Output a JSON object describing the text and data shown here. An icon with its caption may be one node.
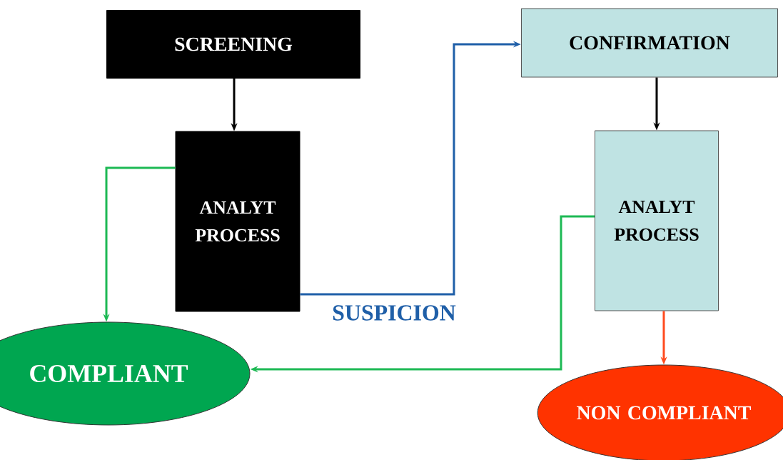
{
  "diagram": {
    "nodes": [
      {
        "text": [
          "SCREENING"
        ]
      },
      {
        "text": [
          "ANALYT PROCESS"
        ]
      },
      {
        "text": [
          "CONFIRMATION"
        ]
      },
      {
        "text": [
          "ANALYT PROCESS"
        ]
      },
      {
        "text": [
          "COMPLIANT"
        ]
      },
      {
        "text": [
          "NON COMPLIANT"
        ]
      }
    ],
    "edges": [
      {
        "from": 0,
        "to": 1,
        "arrow": "to"
      },
      {
        "from": 1,
        "to": 2,
        "arrow": "to",
        "label": "SUSPICION",
        "color": "#1f5fa8"
      },
      {
        "from": 2,
        "to": 3,
        "arrow": "to"
      },
      {
        "from": 1,
        "to": 4,
        "arrow": "to",
        "color": "#1db954"
      },
      {
        "from": 3,
        "to": 4,
        "arrow": "to",
        "color": "#1db954"
      },
      {
        "from": 3,
        "to": 5,
        "arrow": "to",
        "color": "#ff4b1f"
      }
    ]
  }
}
